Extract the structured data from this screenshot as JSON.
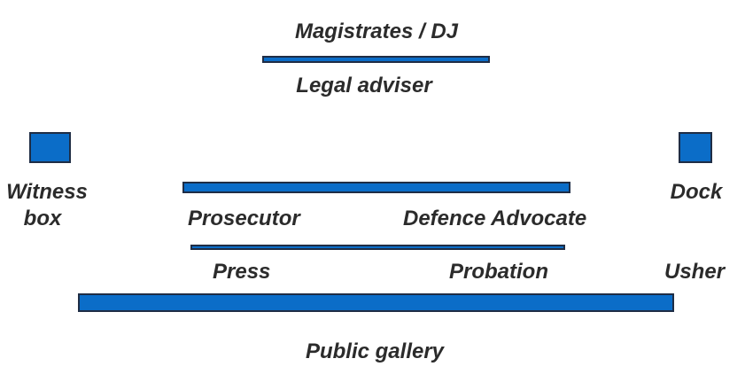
{
  "colors": {
    "fill": "#0b6dc8",
    "outline": "#1f2d45",
    "text": "#2b2b2b"
  },
  "bench": {
    "title": "Magistrates / DJ",
    "adviser": "Legal adviser"
  },
  "witness": {
    "line1": "Witness",
    "line2": "box"
  },
  "dock": {
    "label": "Dock"
  },
  "advocates": {
    "prosecutor": "Prosecutor",
    "defence": "Defence Advocate"
  },
  "support": {
    "press": "Press",
    "probation": "Probation",
    "usher": "Usher"
  },
  "gallery": {
    "label": "Public gallery"
  }
}
